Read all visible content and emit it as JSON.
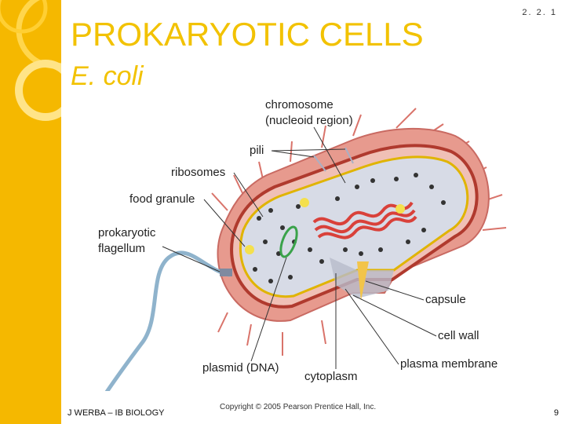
{
  "slide": {
    "title": "PROKARYOTIC CELLS",
    "subtitle": "E. coli",
    "code": "2. 2. 1",
    "footer_left": "J WERBA – IB BIOLOGY",
    "page_number": "9",
    "copyright": "Copyright © 2005 Pearson Prentice Hall, Inc."
  },
  "diagram": {
    "labels": {
      "chromosome_1": "chromosome",
      "chromosome_2": "(nucleoid region)",
      "pili": "pili",
      "ribosomes": "ribosomes",
      "food_granule": "food granule",
      "flagellum_1": "prokaryotic",
      "flagellum_2": "flagellum",
      "capsule": "capsule",
      "cell_wall": "cell wall",
      "plasma_membrane": "plasma membrane",
      "plasmid": "plasmid (DNA)",
      "cytoplasm": "cytoplasm"
    }
  },
  "colors": {
    "sidebar": "#f5b800",
    "title": "#f2c200",
    "capsule": "#e79a8e",
    "cell_wall": "#c0392b",
    "membrane": "#f1c40f",
    "cytoplasm": "#d7dbe6",
    "dna": "#d9413a"
  }
}
